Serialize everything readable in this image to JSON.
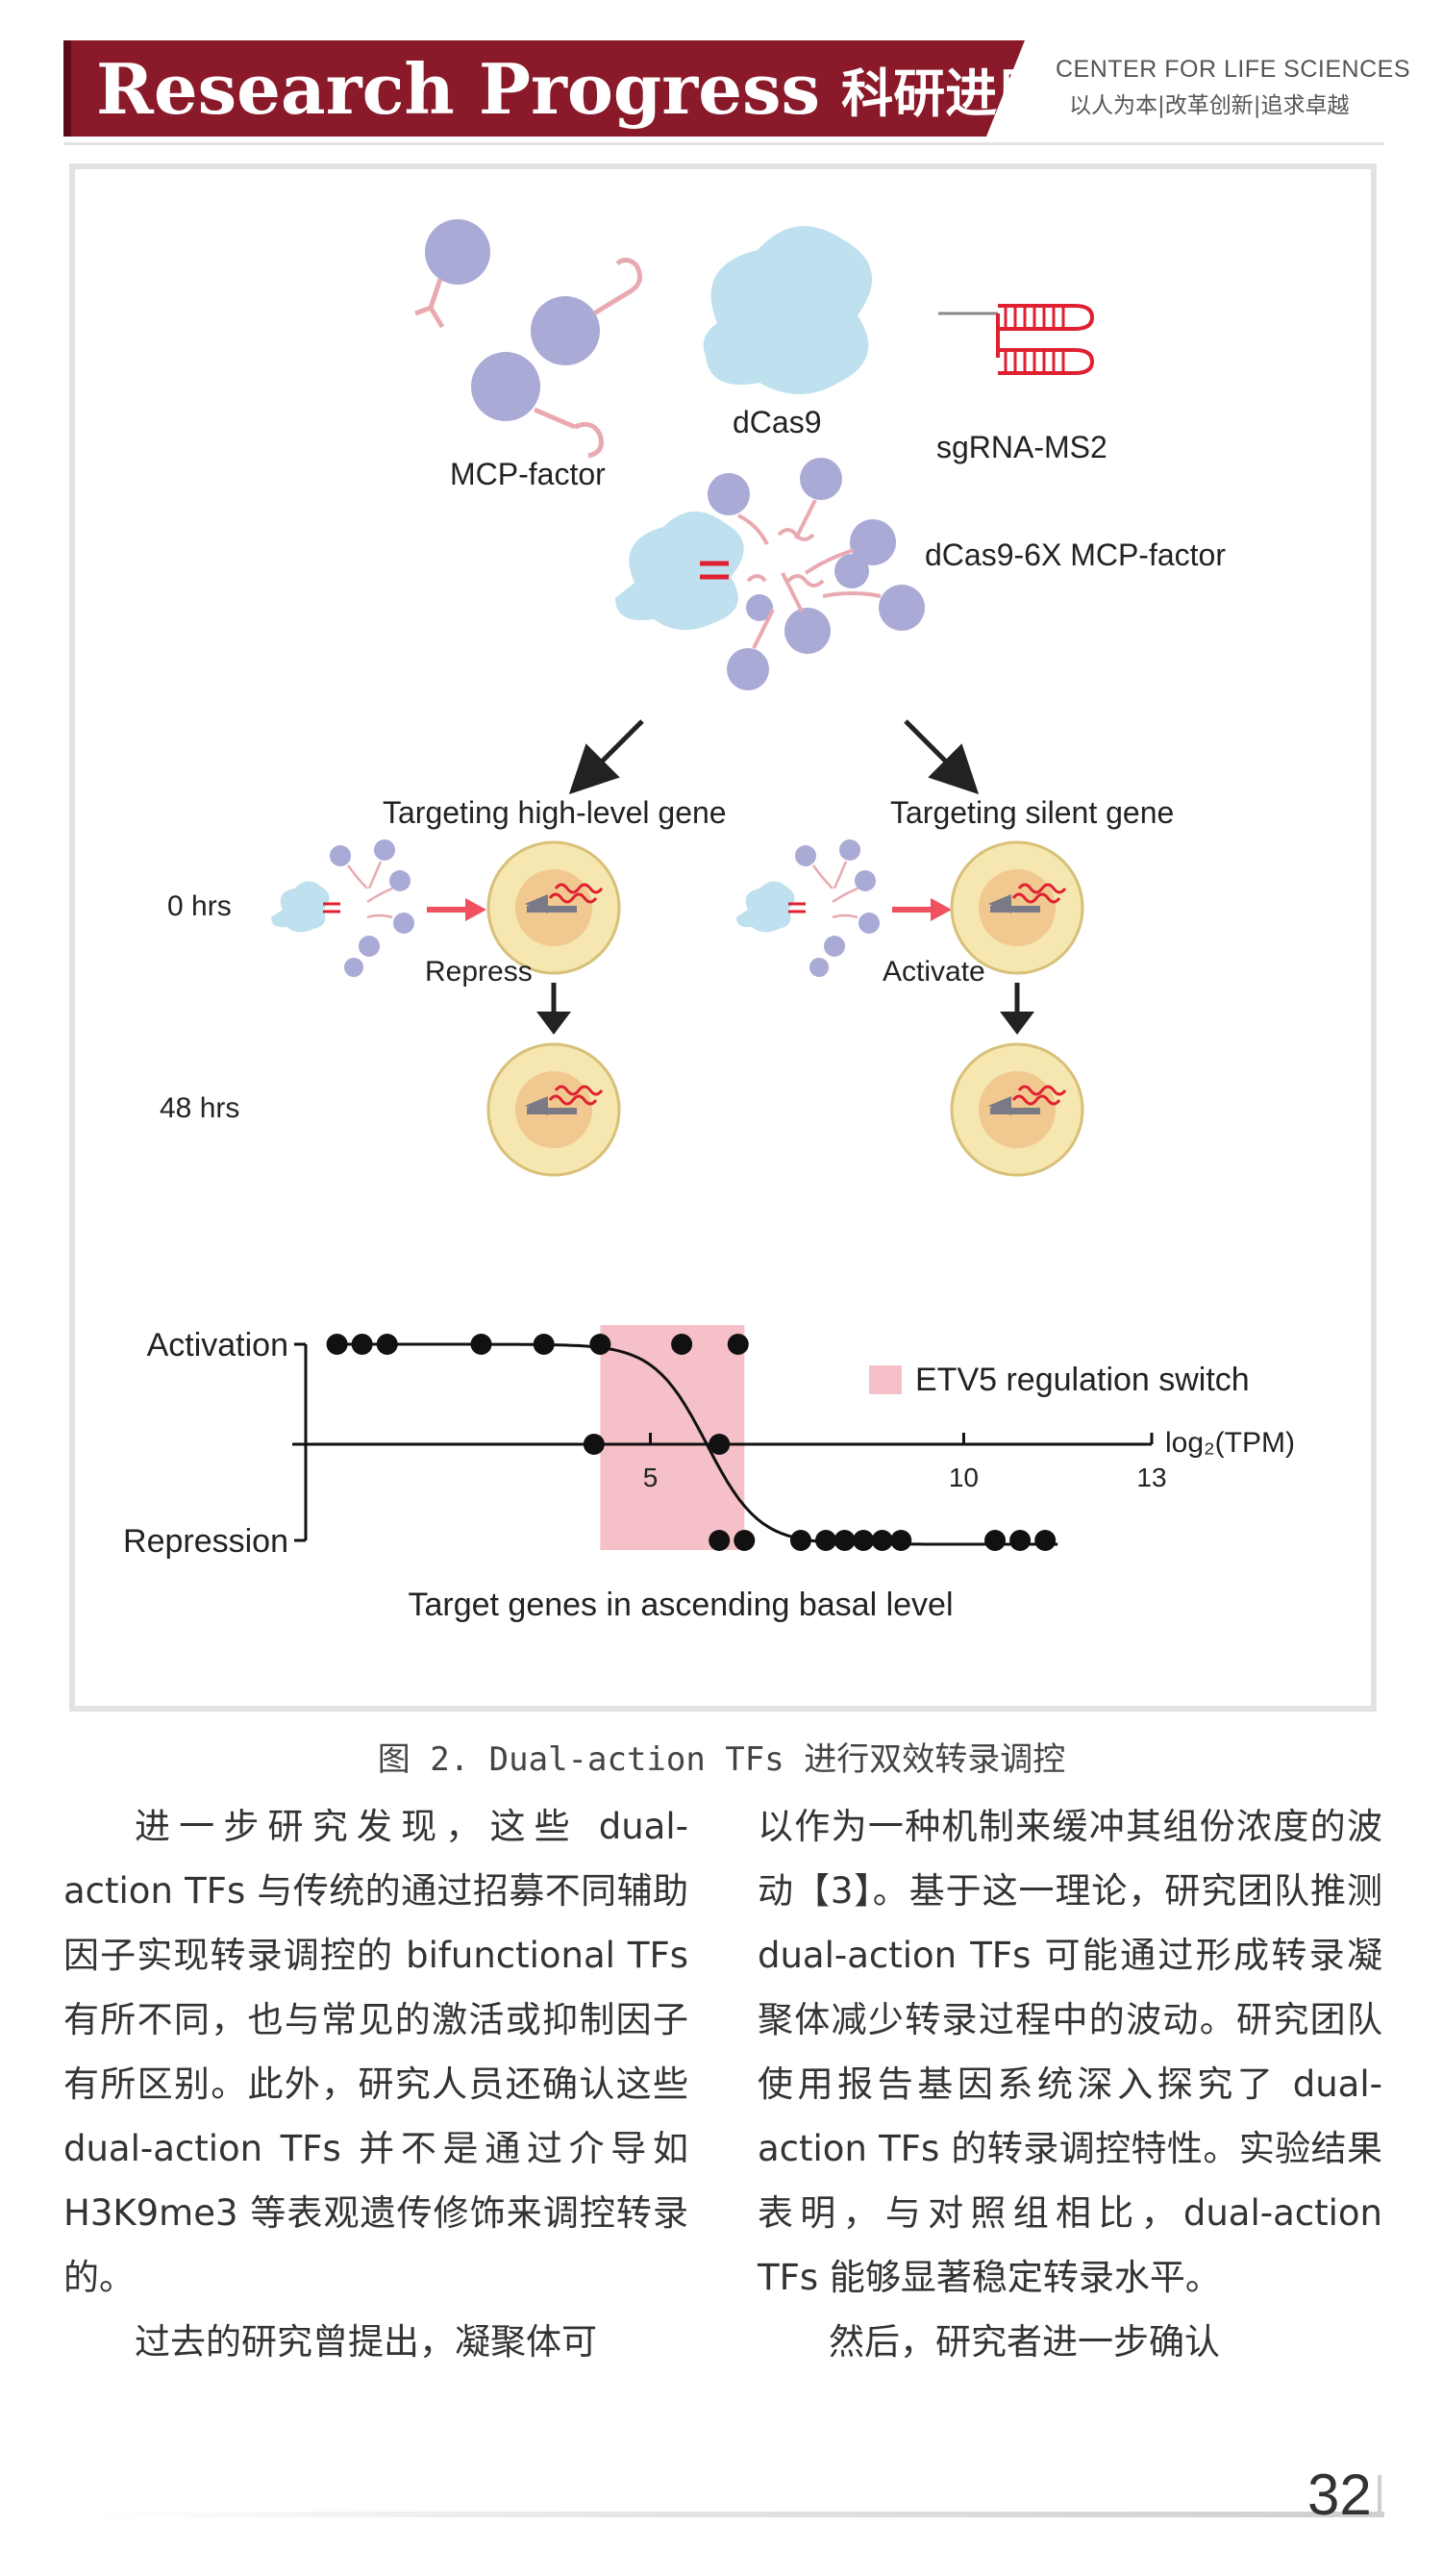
{
  "header": {
    "title_en": "Research Progress",
    "title_cn": "科研进展",
    "center_name": "CENTER FOR LIFE SCIENCES",
    "center_motto": "以人为本|改革创新|追求卓越"
  },
  "figure": {
    "labels": {
      "mcp_factor": "MCP-factor",
      "dcas9": "dCas9",
      "sgrna": "sgRNA-MS2",
      "complex": "dCas9-6X MCP-factor",
      "targeting_high": "Targeting high-level gene",
      "targeting_silent": "Targeting silent gene",
      "time_0": "0 hrs",
      "time_48": "48 hrs",
      "repress": "Repress",
      "activate": "Activate"
    },
    "colors": {
      "factor_purple": "#aaaad6",
      "dcas9_blue": "#bfe0ee",
      "rna_red": "#e02030",
      "linker_pink": "#e8aab0",
      "cell_fill": "#f6e6b0",
      "nucleus_fill": "#f0c890",
      "switch_pink": "#f6c0c8"
    },
    "caption": "图 2. Dual-action TFs 进行双效转录调控"
  },
  "chart_data": {
    "type": "scatter",
    "title": "",
    "xlabel": "Target genes in ascending basal level",
    "x_axis_label": "log₂(TPM)",
    "x_ticks": [
      5,
      10,
      13
    ],
    "xlim": [
      -0.5,
      13
    ],
    "y_levels": {
      "Activation": 1,
      "Repression": -1
    },
    "y_tick_labels": [
      "Activation",
      "Repression"
    ],
    "legend": {
      "label": "ETV5 regulation switch",
      "position": "top-right",
      "color": "#f6c0c8"
    },
    "switch_region": [
      4.2,
      6.5
    ],
    "series": [
      {
        "points": [
          {
            "x": 0,
            "y": 1
          },
          {
            "x": 0.4,
            "y": 1
          },
          {
            "x": 0.8,
            "y": 1
          },
          {
            "x": 2.3,
            "y": 1
          },
          {
            "x": 3.3,
            "y": 1
          },
          {
            "x": 4.2,
            "y": 1
          },
          {
            "x": 5.5,
            "y": 1
          },
          {
            "x": 6.4,
            "y": 1
          },
          {
            "x": 4.1,
            "y": 0
          },
          {
            "x": 6.1,
            "y": 0
          },
          {
            "x": 6.1,
            "y": -1
          },
          {
            "x": 6.5,
            "y": -1
          },
          {
            "x": 7.4,
            "y": -1
          },
          {
            "x": 7.8,
            "y": -1
          },
          {
            "x": 8.1,
            "y": -1
          },
          {
            "x": 8.4,
            "y": -1
          },
          {
            "x": 8.7,
            "y": -1
          },
          {
            "x": 9.0,
            "y": -1
          },
          {
            "x": 10.5,
            "y": -1
          },
          {
            "x": 10.9,
            "y": -1
          },
          {
            "x": 11.3,
            "y": -1
          }
        ]
      }
    ],
    "fit_curve": "sigmoid from Activation to Repression, midpoint near x = 5.9"
  },
  "body": {
    "left": [
      "进一步研究发现，这些 dual-action TFs 与传统的通过招募不同辅助因子实现转录调控的 bifunctional TFs 有所不同，也与常见的激活或抑制因子有所区别。此外，研究人员还确认这些 dual-action TFs 并不是通过介导如 H3K9me3 等表观遗传修饰来调控转录的。",
      "过去的研究曾提出，凝聚体可"
    ],
    "right": [
      "以作为一种机制来缓冲其组份浓度的波动【3】。基于这一理论，研究团队推测 dual-action TFs 可能通过形成转录凝聚体减少转录过程中的波动。研究团队使用报告基因系统深入探究了 dual-action TFs 的转录调控特性。实验结果表明，与对照组相比，dual-action TFs 能够显著稳定转录水平。",
      "然后，研究者进一步确认"
    ]
  },
  "page_number": "32"
}
